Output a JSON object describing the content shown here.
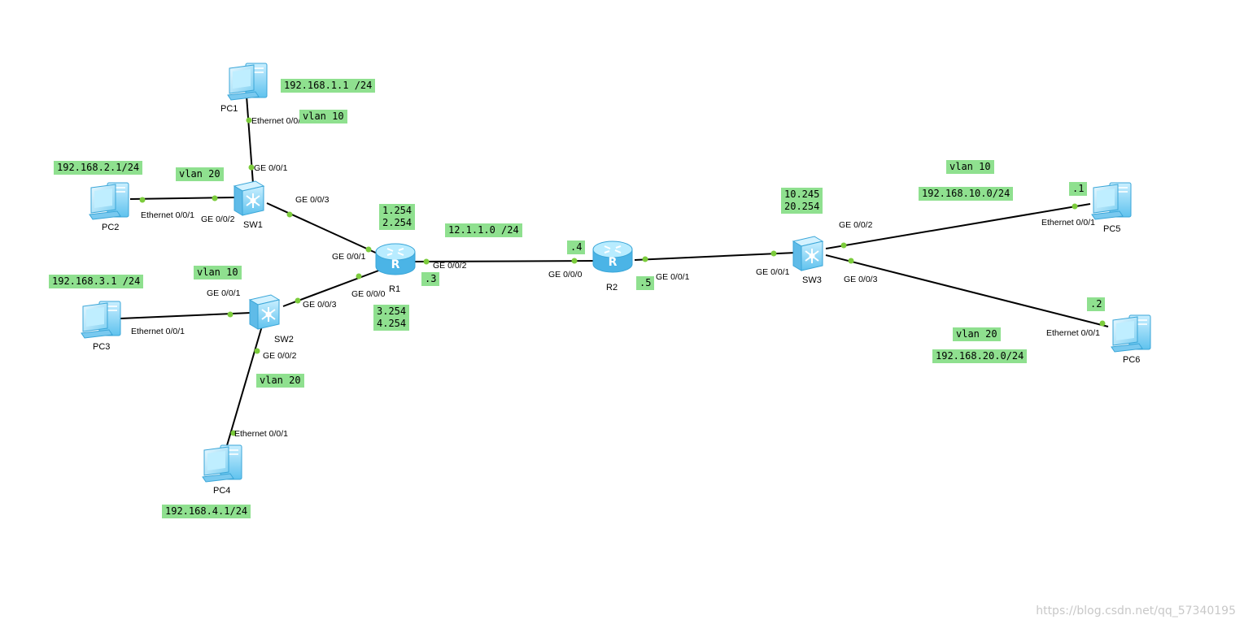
{
  "nodes": {
    "pc1": "PC1",
    "pc2": "PC2",
    "pc3": "PC3",
    "pc4": "PC4",
    "pc5": "PC5",
    "pc6": "PC6",
    "sw1": "SW1",
    "sw2": "SW2",
    "sw3": "SW3",
    "r1": "R1",
    "r2": "R2"
  },
  "ports": {
    "pc1_eth": "Ethernet 0/0/1",
    "sw1_g1": "GE 0/0/1",
    "sw1_g2": "GE 0/0/2",
    "sw1_g3": "GE 0/0/3",
    "pc2_eth": "Ethernet 0/0/1",
    "r1_g1": "GE 0/0/1",
    "r1_g0": "GE 0/0/0",
    "r1_g2": "GE 0/0/2",
    "sw2_g1": "GE 0/0/1",
    "sw2_g3": "GE 0/0/3",
    "sw2_g2": "GE 0/0/2",
    "pc3_eth": "Ethernet 0/0/1",
    "pc4_eth": "Ethernet 0/0/1",
    "r2_g0": "GE 0/0/0",
    "r2_g1": "GE 0/0/1",
    "sw3_g1": "GE 0/0/1",
    "sw3_g2": "GE 0/0/2",
    "sw3_g3": "GE 0/0/3",
    "pc5_eth": "Ethernet 0/0/1",
    "pc6_eth": "Ethernet 0/0/1"
  },
  "tags": {
    "pc1_ip": "192.168.1.1 /24",
    "pc1_vlan": "vlan 10",
    "pc2_ip": "192.168.2.1/24",
    "pc2_vlan": "vlan 20",
    "r1_upper": "1.254\n2.254",
    "link_net": "12.1.1.0 /24",
    "r1_g2_ip": ".3",
    "r1_lower": "3.254\n4.254",
    "pc3_vlan": "vlan 10",
    "pc3_ip": "192.168.3.1 /24",
    "pc4_vlan": "vlan 20",
    "pc4_ip": "192.168.4.1/24",
    "r2_g0_ip": ".4",
    "r2_g1_ip": ".5",
    "sw3_ips": "10.245\n20.254",
    "pc5_vlan": "vlan 10",
    "pc5_net": "192.168.10.0/24",
    "pc5_ip": ".1",
    "pc6_ip": ".2",
    "pc6_vlan": "vlan 20",
    "pc6_net": "192.168.20.0/24"
  },
  "watermark": "https://blog.csdn.net/qq_57340195",
  "colors": {
    "tag_bg": "#8fe08f",
    "port_dot": "#7ccc3c",
    "device": "#8fd4f4",
    "link": "#000000"
  }
}
